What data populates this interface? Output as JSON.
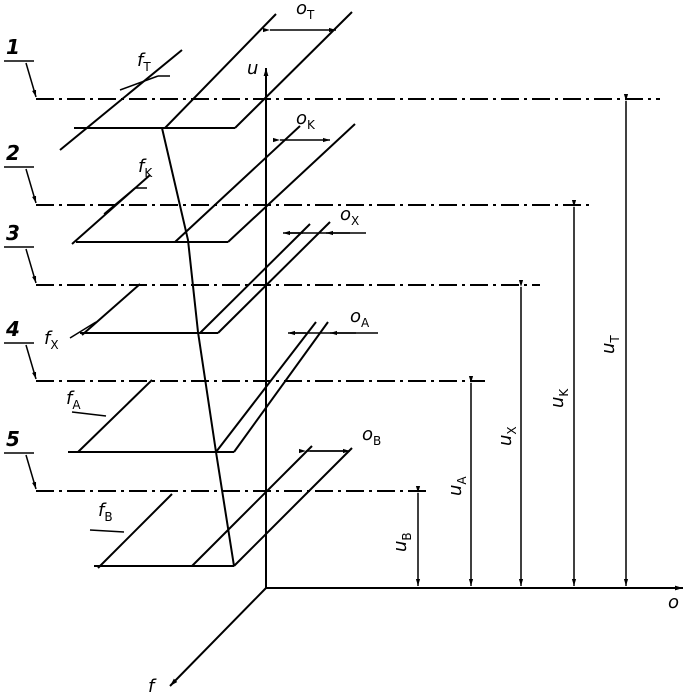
{
  "axes": {
    "u": "u",
    "o": "o",
    "f": "f"
  },
  "levels": [
    {
      "number": "1",
      "f_main": "f",
      "f_sub": "T",
      "o_main": "o",
      "o_sub": "T",
      "u_main": "u",
      "u_sub": "T"
    },
    {
      "number": "2",
      "f_main": "f",
      "f_sub": "K",
      "o_main": "o",
      "o_sub": "K",
      "u_main": "u",
      "u_sub": "K"
    },
    {
      "number": "3",
      "f_main": "f",
      "f_sub": "X",
      "o_main": "o",
      "o_sub": "X",
      "u_main": "u",
      "u_sub": "X"
    },
    {
      "number": "4",
      "f_main": "f",
      "f_sub": "A",
      "o_main": "o",
      "o_sub": "A",
      "u_main": "u",
      "u_sub": "A"
    },
    {
      "number": "5",
      "f_main": "f",
      "f_sub": "B",
      "o_main": "o",
      "o_sub": "B",
      "u_main": "u",
      "u_sub": "B"
    }
  ]
}
